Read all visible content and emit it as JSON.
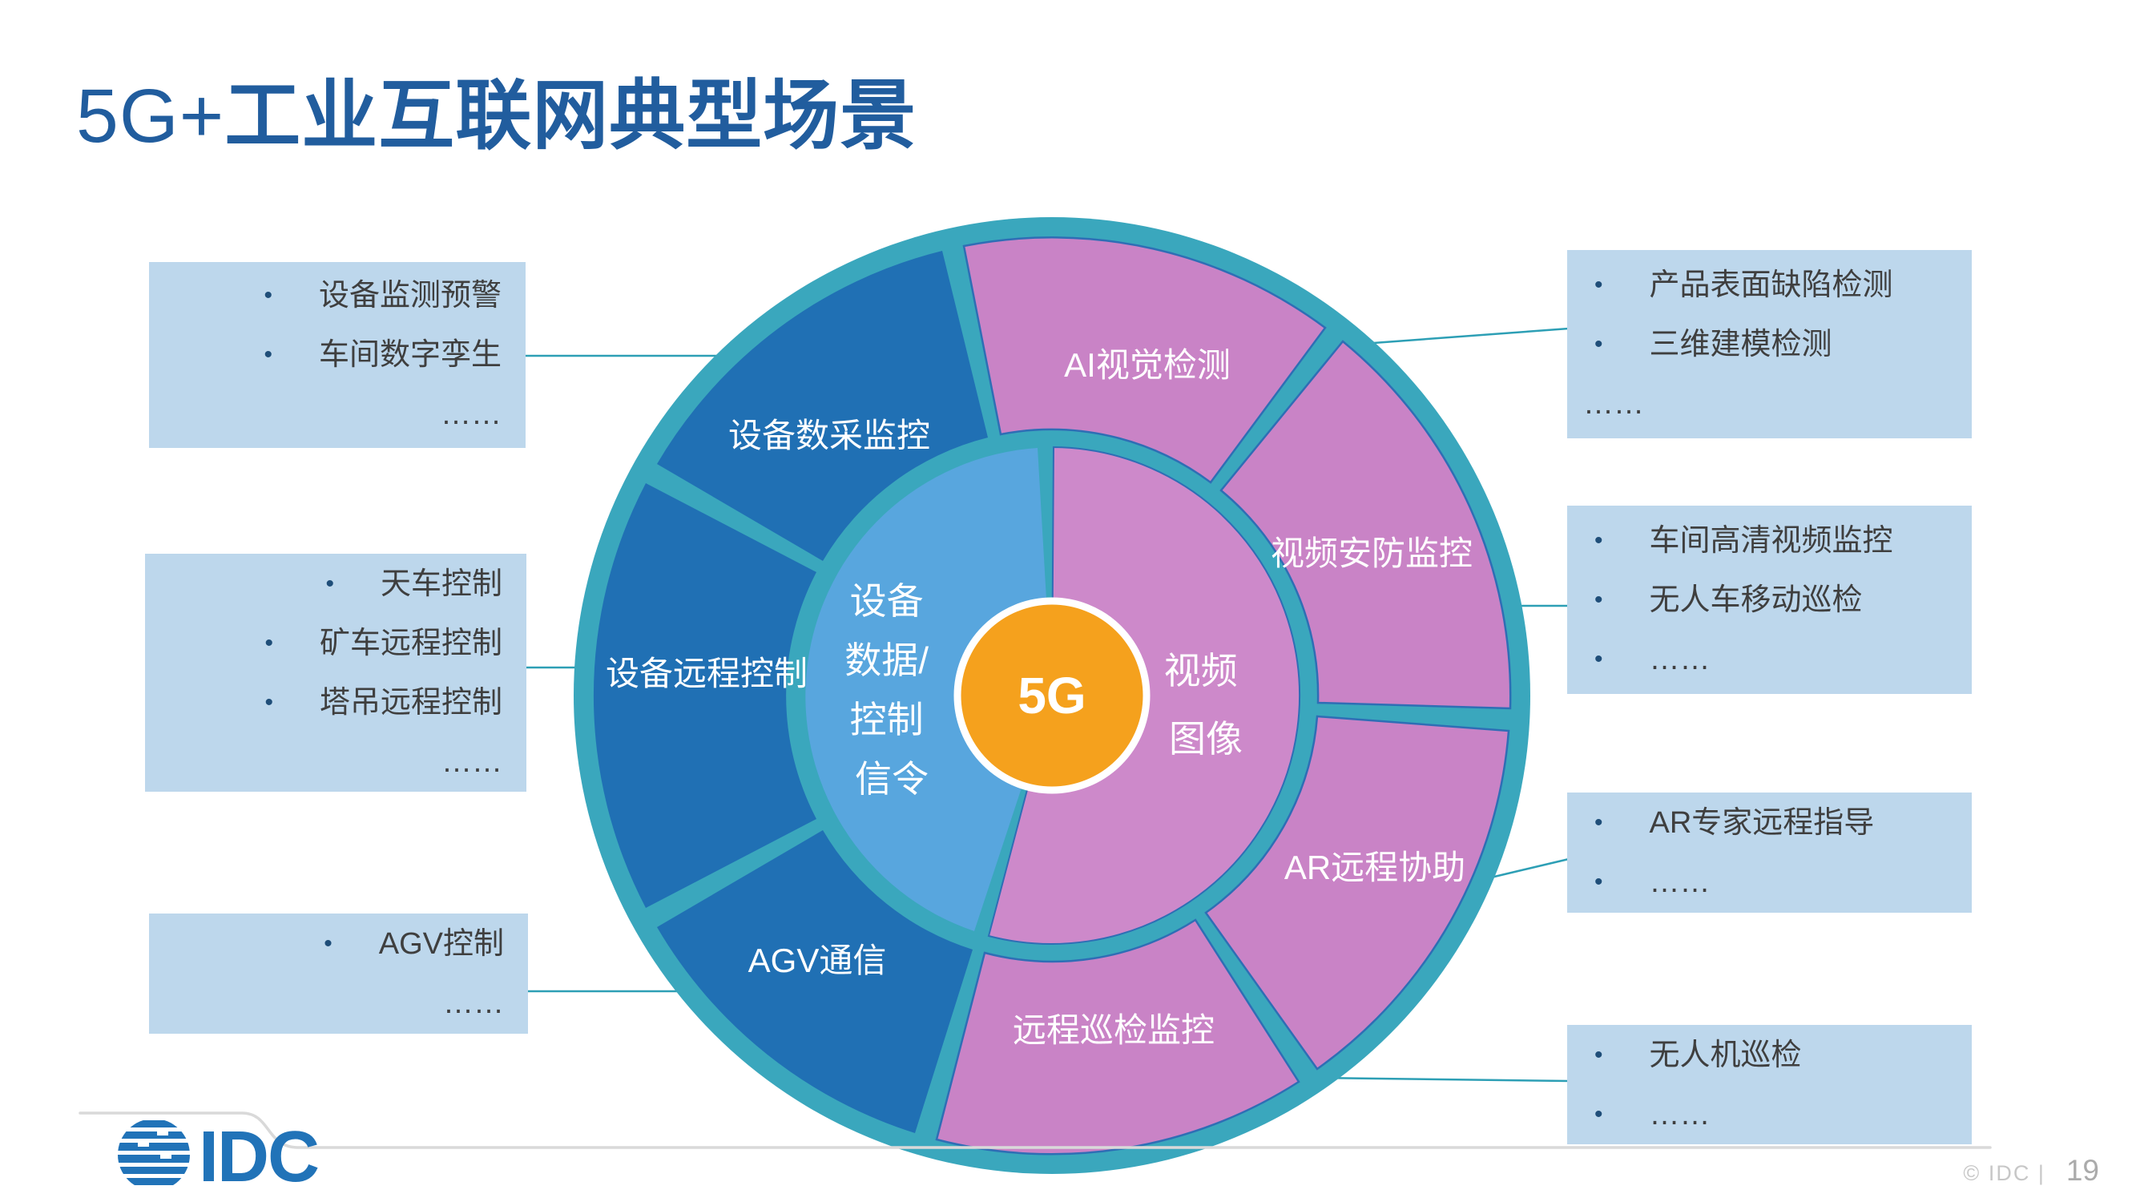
{
  "title": {
    "prefix": "5G+",
    "main": "工业互联网典型场景"
  },
  "colors": {
    "title_blue": "#215D9E",
    "teal_ring": "#3AA7BD",
    "outer_blue_segment": "#2070B4",
    "outer_pink_segment": "#C983C6",
    "inner_blue_half": "#58A6DE",
    "inner_pink_half": "#CD89CA",
    "hub_orange": "#F5A11D",
    "callout_bg": "#BDD7EC",
    "callout_text": "#3F3F3F",
    "bullet_blue": "#1F4E79",
    "logo_blue": "#2173B8"
  },
  "wheel": {
    "hub_label": "5G",
    "inner_halves": {
      "left": {
        "lines": [
          "设备",
          "数据/",
          "控制",
          "信令"
        ]
      },
      "right": {
        "lines": [
          "视频",
          "图像"
        ]
      }
    },
    "segments": [
      {
        "label": "AI视觉检测"
      },
      {
        "label": "视频安防监控"
      },
      {
        "label": "AR远程协助"
      },
      {
        "label": "远程巡检监控"
      },
      {
        "label": "AGV通信"
      },
      {
        "label": "设备远程控制"
      },
      {
        "label": "设备数采监控"
      }
    ]
  },
  "callouts_left": [
    {
      "lines": [
        {
          "text": "设备监测预警"
        },
        {
          "text": "车间数字孪生"
        },
        {
          "text": "……"
        }
      ]
    },
    {
      "lines": [
        {
          "text": "天车控制"
        },
        {
          "text": "矿车远程控制"
        },
        {
          "text": "塔吊远程控制"
        },
        {
          "text": "……"
        }
      ]
    },
    {
      "lines": [
        {
          "text": "AGV控制"
        },
        {
          "text": "……"
        }
      ]
    }
  ],
  "callouts_right": [
    {
      "lines": [
        {
          "text": "产品表面缺陷检测"
        },
        {
          "text": "三维建模检测"
        },
        {
          "text": "……"
        }
      ]
    },
    {
      "lines": [
        {
          "text": "车间高清视频监控"
        },
        {
          "text": "无人车移动巡检"
        },
        {
          "text": "……"
        }
      ]
    },
    {
      "lines": [
        {
          "text": "AR专家远程指导"
        },
        {
          "text": "……"
        }
      ]
    },
    {
      "lines": [
        {
          "text": "无人机巡检"
        },
        {
          "text": "……"
        }
      ]
    }
  ],
  "footer": {
    "logo": "IDC",
    "copyright": "© IDC |",
    "page": "19"
  }
}
